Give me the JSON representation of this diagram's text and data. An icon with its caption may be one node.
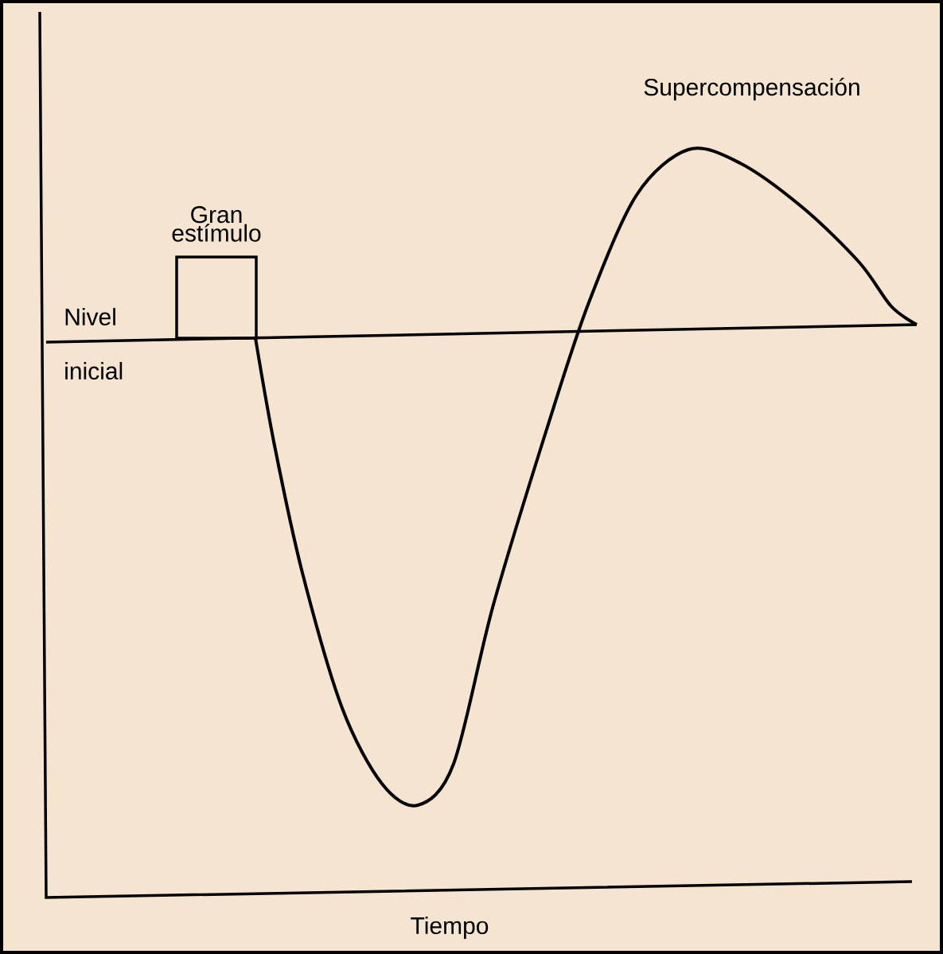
{
  "diagram": {
    "nodes": [
      {
        "text": [
          "Gran estímulo"
        ]
      }
    ],
    "labels": [
      "Supercompensación",
      "Nivel",
      "inicial",
      "Tiempo"
    ]
  }
}
